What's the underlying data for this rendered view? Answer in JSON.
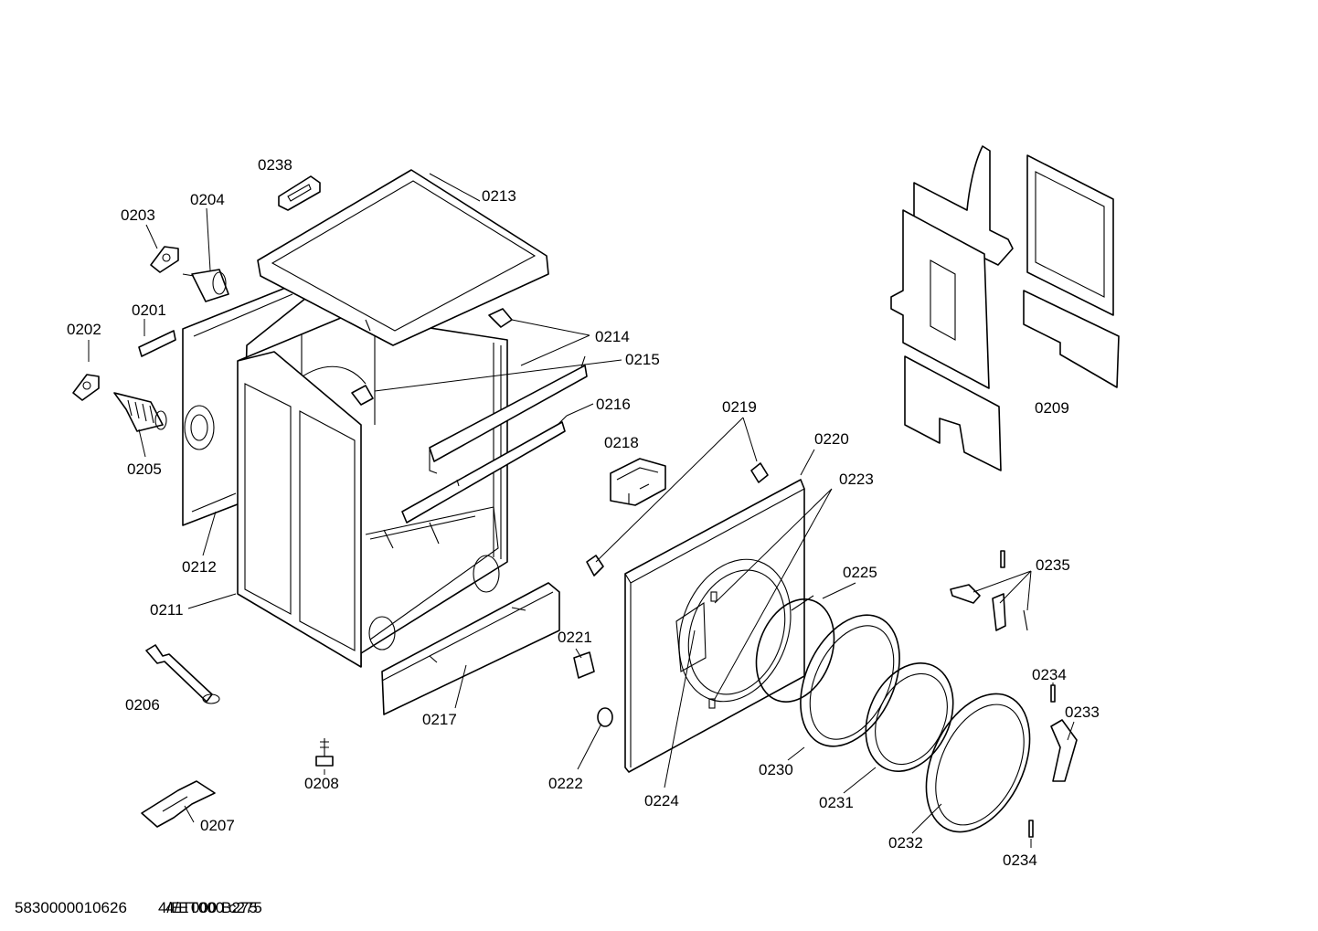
{
  "labels": [
    {
      "id": "0238",
      "text": "0238"
    },
    {
      "id": "0213",
      "text": "0213"
    },
    {
      "id": "0204",
      "text": "0204"
    },
    {
      "id": "0203",
      "text": "0203"
    },
    {
      "id": "0201",
      "text": "0201"
    },
    {
      "id": "0202",
      "text": "0202"
    },
    {
      "id": "0214",
      "text": "0214"
    },
    {
      "id": "0215",
      "text": "0215"
    },
    {
      "id": "0216",
      "text": "0216"
    },
    {
      "id": "0205",
      "text": "0205"
    },
    {
      "id": "0219",
      "text": "0219"
    },
    {
      "id": "0220",
      "text": "0220"
    },
    {
      "id": "0218",
      "text": "0218"
    },
    {
      "id": "0223",
      "text": "0223"
    },
    {
      "id": "0209",
      "text": "0209"
    },
    {
      "id": "0212",
      "text": "0212"
    },
    {
      "id": "0225",
      "text": "0225"
    },
    {
      "id": "0235",
      "text": "0235"
    },
    {
      "id": "0211",
      "text": "0211"
    },
    {
      "id": "0221",
      "text": "0221"
    },
    {
      "id": "0234a",
      "text": "0234"
    },
    {
      "id": "0233",
      "text": "0233"
    },
    {
      "id": "0206",
      "text": "0206"
    },
    {
      "id": "0217",
      "text": "0217"
    },
    {
      "id": "0230",
      "text": "0230"
    },
    {
      "id": "0208",
      "text": "0208"
    },
    {
      "id": "0222",
      "text": "0222"
    },
    {
      "id": "0224",
      "text": "0224"
    },
    {
      "id": "0231",
      "text": "0231"
    },
    {
      "id": "0207",
      "text": "0207"
    },
    {
      "id": "0232",
      "text": "0232"
    },
    {
      "id": "0234b",
      "text": "0234"
    }
  ],
  "footer": {
    "line_a": "5830000010626",
    "line_b": "4/ET000 B275",
    "line_c": "4/ET000 c275"
  }
}
